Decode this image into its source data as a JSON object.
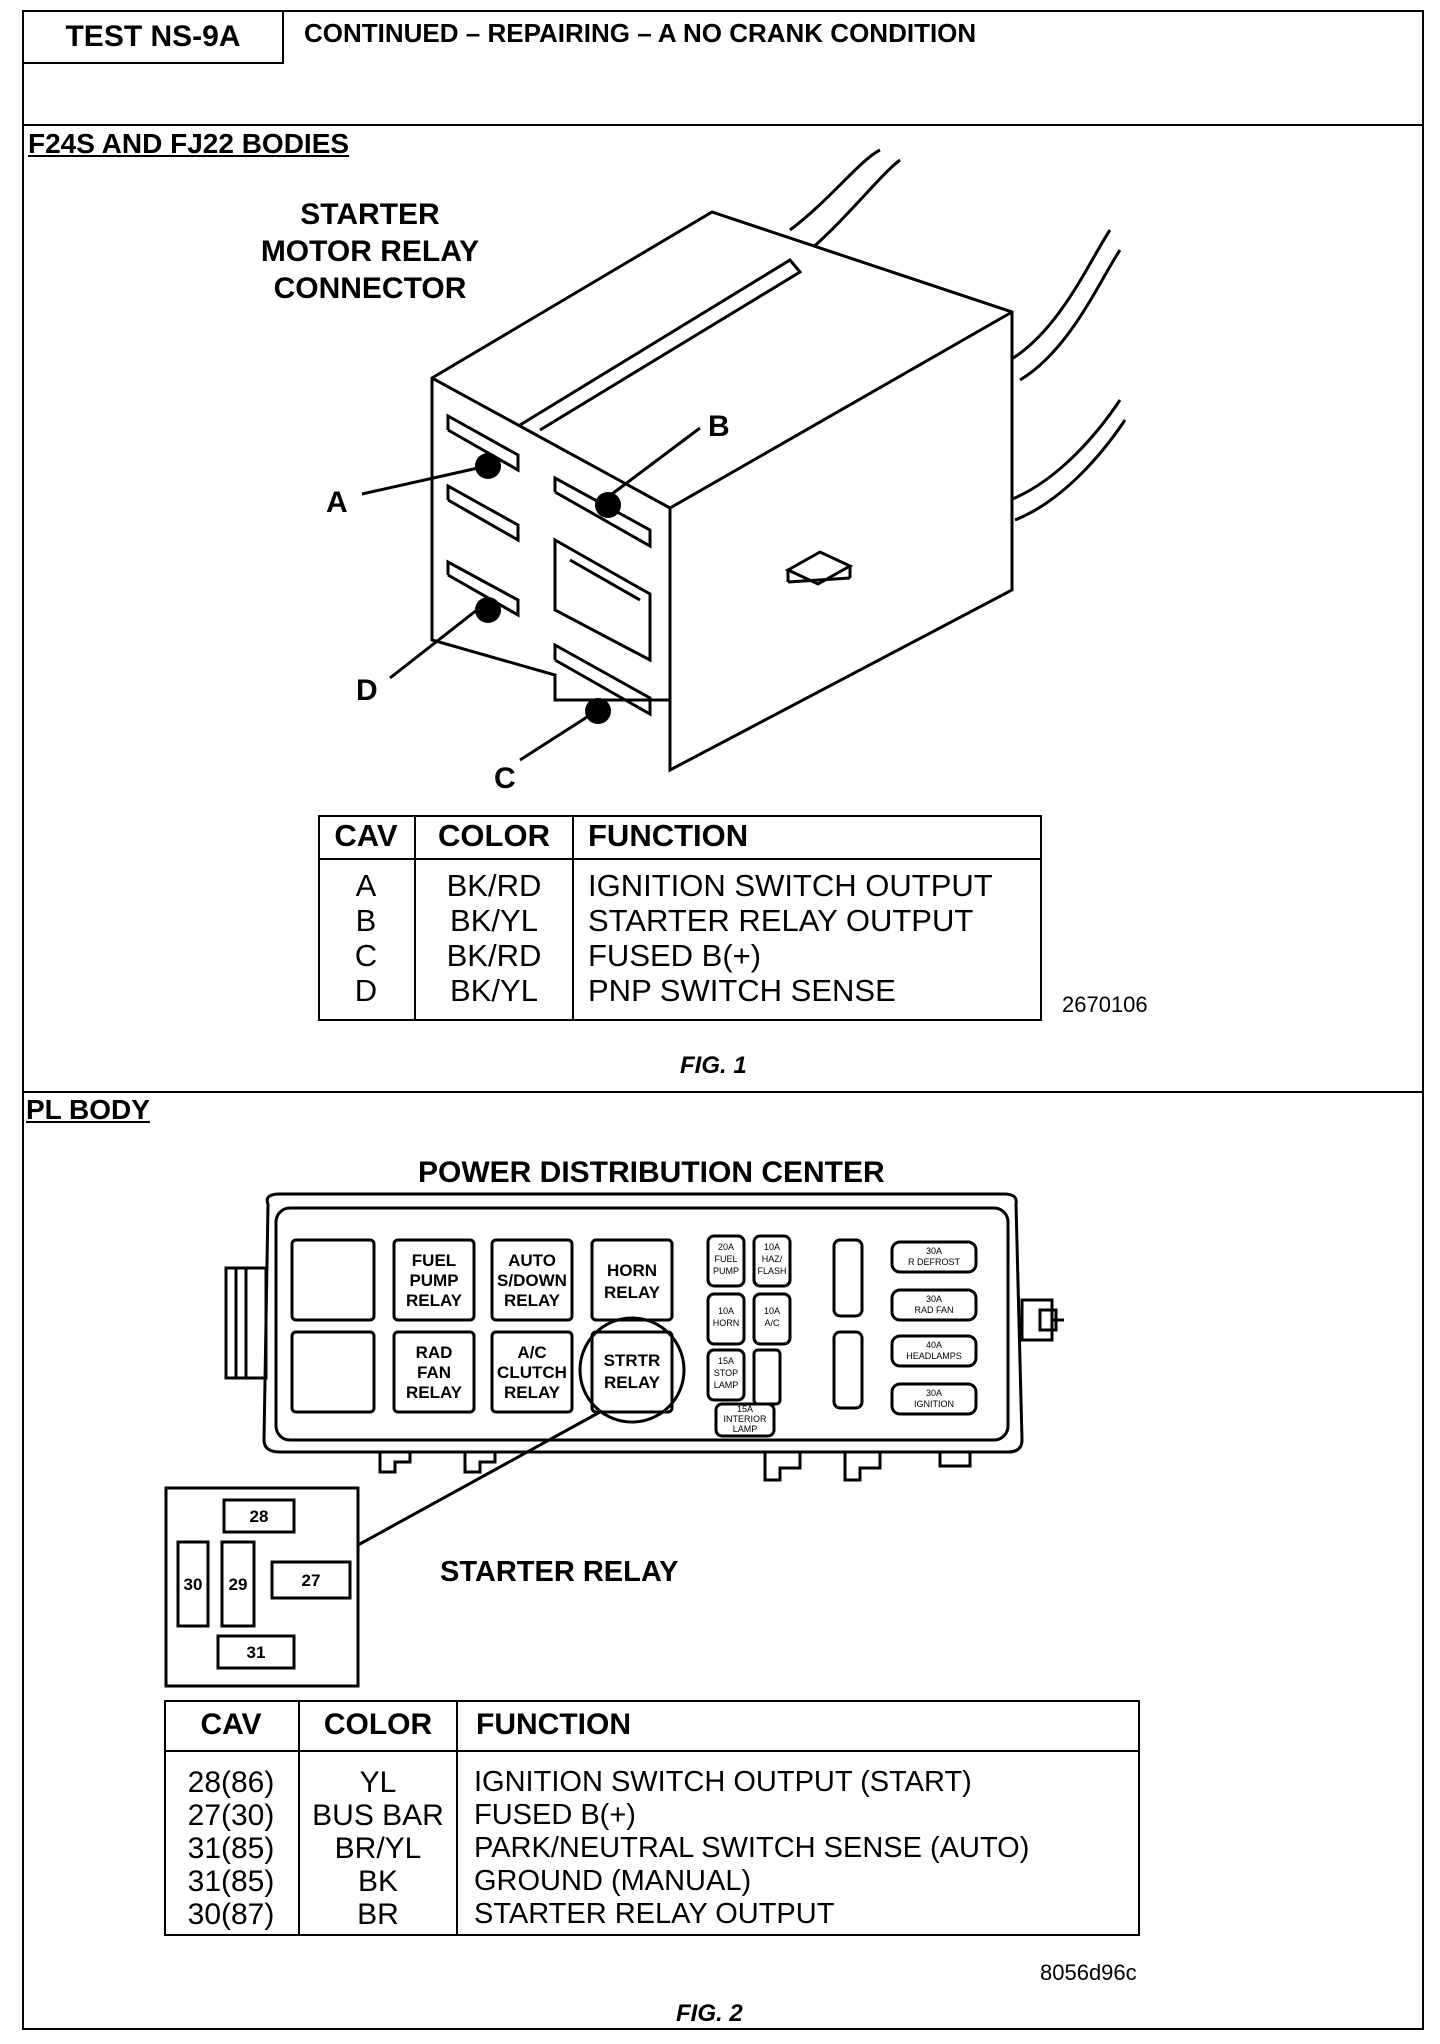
{
  "header": {
    "test_id": "TEST NS-9A",
    "title": "CONTINUED – REPAIRING – A NO CRANK CONDITION"
  },
  "section1": {
    "heading": "F24S AND FJ22 BODIES",
    "connector_label_lines": [
      "STARTER",
      "MOTOR RELAY",
      "CONNECTOR"
    ],
    "pin_labels": {
      "a": "A",
      "b": "B",
      "c": "C",
      "d": "D"
    },
    "table": {
      "headers": [
        "CAV",
        "COLOR",
        "FUNCTION"
      ],
      "cav": [
        "A",
        "B",
        "C",
        "D"
      ],
      "color": [
        "BK/RD",
        "BK/YL",
        "BK/RD",
        "BK/YL"
      ],
      "function": [
        "IGNITION SWITCH OUTPUT",
        "STARTER RELAY OUTPUT",
        "FUSED B(+)",
        "PNP SWITCH SENSE"
      ]
    },
    "code": "2670106",
    "caption": "FIG. 1"
  },
  "section2": {
    "heading": "PL BODY",
    "pdc_title": "POWER DISTRIBUTION CENTER",
    "relays": {
      "fuel_pump": [
        "FUEL",
        "PUMP",
        "RELAY"
      ],
      "auto_shutdown": [
        "AUTO",
        "S/DOWN",
        "RELAY"
      ],
      "horn": [
        "HORN",
        "RELAY"
      ],
      "rad_fan": [
        "RAD",
        "FAN",
        "RELAY"
      ],
      "ac_clutch": [
        "A/C",
        "CLUTCH",
        "RELAY"
      ],
      "strtr": [
        "STRTR",
        "RELAY"
      ]
    },
    "fuses": {
      "fuel_pump": [
        "20A",
        "FUEL",
        "PUMP"
      ],
      "haz_flash": [
        "10A",
        "HAZ/",
        "FLASH"
      ],
      "horn": [
        "10A",
        "HORN"
      ],
      "ac": [
        "10A",
        "A/C"
      ],
      "stop_lamp": [
        "15A",
        "STOP",
        "LAMP"
      ],
      "interior_lamp": [
        "15A",
        "INTERIOR",
        "LAMP"
      ]
    },
    "maxi_fuses": {
      "r_defrost": [
        "30A",
        "R DEFROST"
      ],
      "rad_fan": [
        "30A",
        "RAD FAN"
      ],
      "headlamps": [
        "40A",
        "HEADLAMPS"
      ],
      "ignition": [
        "30A",
        "IGNITION"
      ]
    },
    "starter_relay_label": "STARTER RELAY",
    "relay_pins": {
      "p28": "28",
      "p30": "30",
      "p29": "29",
      "p27": "27",
      "p31": "31"
    },
    "table": {
      "headers": [
        "CAV",
        "COLOR",
        "FUNCTION"
      ],
      "cav": [
        "28(86)",
        "27(30)",
        "31(85)",
        "31(85)",
        "30(87)"
      ],
      "color": [
        "YL",
        "BUS BAR",
        "BR/YL",
        "BK",
        "BR"
      ],
      "function": [
        "IGNITION SWITCH OUTPUT (START)",
        "FUSED B(+)",
        "PARK/NEUTRAL SWITCH SENSE (AUTO)",
        "GROUND (MANUAL)",
        "STARTER RELAY OUTPUT"
      ]
    },
    "code": "8056d96c",
    "caption": "FIG. 2"
  }
}
